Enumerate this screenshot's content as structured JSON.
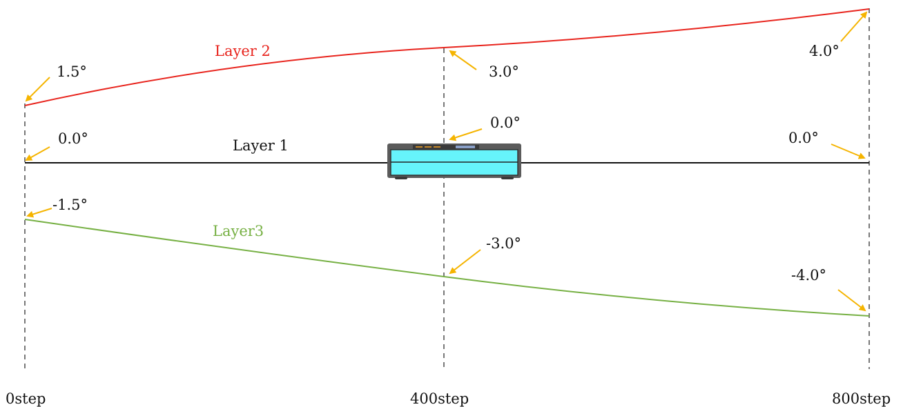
{
  "colors": {
    "layer2": "#e8231c",
    "layer1": "#111111",
    "layer3": "#76b043",
    "guide": "#777777",
    "arrow": "#f5b400",
    "device_screen": "#66f4fb",
    "device_body": "#5b5b5b"
  },
  "layers": [
    {
      "id": "layer2",
      "label": "Layer 2"
    },
    {
      "id": "layer1",
      "label": "Layer 1"
    },
    {
      "id": "layer3",
      "label": "Layer3"
    }
  ],
  "steps": [
    {
      "label": "0step"
    },
    {
      "label": "400step"
    },
    {
      "label": "800step"
    }
  ],
  "angles": {
    "layer2": [
      "1.5°",
      "3.0°",
      "4.0°"
    ],
    "layer1": [
      "0.0°",
      "0.0°",
      "0.0°"
    ],
    "layer3": [
      "-1.5°",
      "-3.0°",
      "-4.0°"
    ]
  },
  "device": {
    "icon": "sensor-device-icon"
  }
}
